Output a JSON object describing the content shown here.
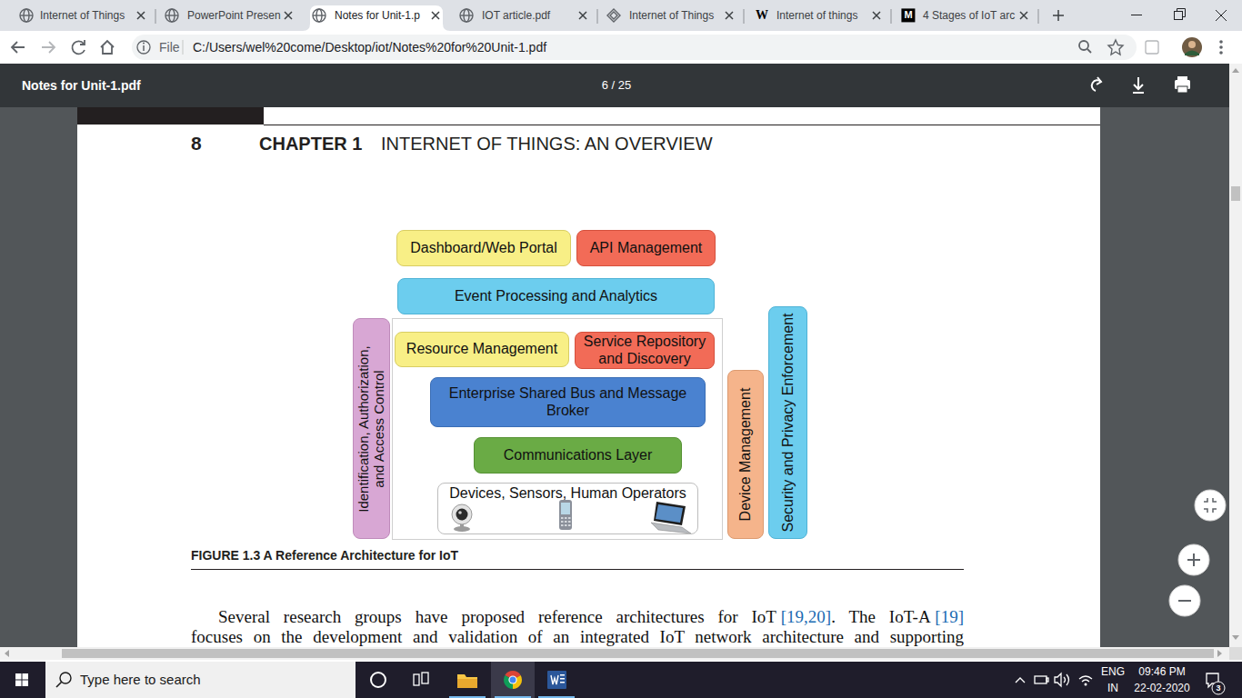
{
  "diagram": {
    "caption": "FIGURE 1.3 A Reference Architecture for IoT",
    "nodes": [
      {
        "text": [
          "Dashboard/Web Portal"
        ]
      },
      {
        "text": [
          "API Management"
        ]
      },
      {
        "text": [
          "Event Processing and Analytics"
        ]
      },
      {
        "text": [
          "Resource Management"
        ]
      },
      {
        "text": [
          "Service Repository and Discovery"
        ]
      },
      {
        "text": [
          "Enterprise Shared Bus and Message Broker"
        ]
      },
      {
        "text": [
          "Communications Layer"
        ]
      },
      {
        "text": [
          "Devices, Sensors, Human Operators"
        ]
      },
      {
        "text": [
          "Identification, Authorization, and Access Control"
        ]
      },
      {
        "text": [
          "Device Management"
        ]
      },
      {
        "text": [
          "Security and Privacy Enforcement"
        ]
      }
    ],
    "labels": [
      "Internet of Things",
      "PowerPoint Presen",
      "Notes for Unit-1.p",
      "IOT article.pdf",
      "Internet of Things",
      "W",
      "Internet of things",
      "M",
      "4 Stages of IoT arc",
      "File",
      "C:/Users/wel%20come/Desktop/iot/Notes%20for%20Unit-1.pdf",
      "Notes for Unit-1.pdf",
      "6 / 25",
      "8",
      "CHAPTER 1",
      "INTERNET OF THINGS: AN OVERVIEW",
      "Several research groups have proposed reference architectures for IoT",
      "[19,20]",
      ". The IoT-A",
      "[19]",
      "focuses on the development and validation of an integrated IoT network architecture and supporting",
      "Type here to search",
      "ENG",
      "IN",
      "09:46 PM",
      "22-02-2020",
      "3"
    ]
  }
}
